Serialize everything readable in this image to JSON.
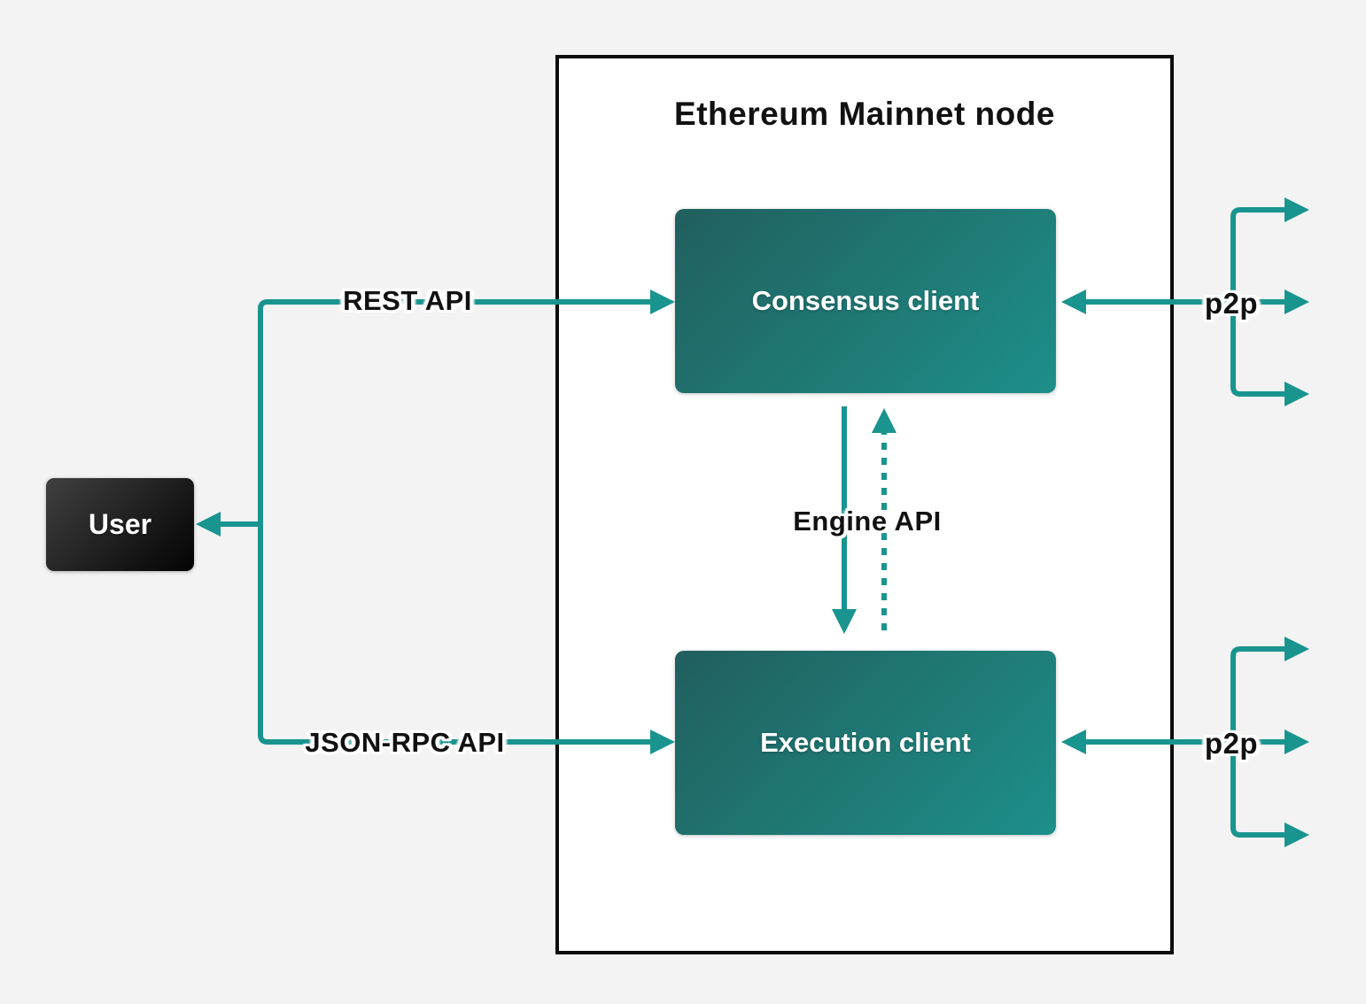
{
  "diagram": {
    "title": "Ethereum Mainnet node",
    "nodes": {
      "user": {
        "label": "User"
      },
      "consensus_client": {
        "label": "Consensus client"
      },
      "execution_client": {
        "label": "Execution client"
      }
    },
    "edges": {
      "rest_api": {
        "label": "REST API"
      },
      "json_rpc_api": {
        "label": "JSON-RPC API"
      },
      "engine_api": {
        "label": "Engine API"
      },
      "p2p_consensus": {
        "label": "p2p"
      },
      "p2p_execution": {
        "label": "p2p"
      }
    },
    "colors": {
      "background": "#f3f3f3",
      "node_fill": "#ffffff",
      "node_border": "#0c0c0c",
      "teal": "#19948f",
      "client_gradient_start": "#205f5e",
      "client_gradient_end": "#1e8f89",
      "user_gradient_start": "#404040",
      "user_gradient_end": "#030303",
      "label_text": "#111111"
    }
  }
}
